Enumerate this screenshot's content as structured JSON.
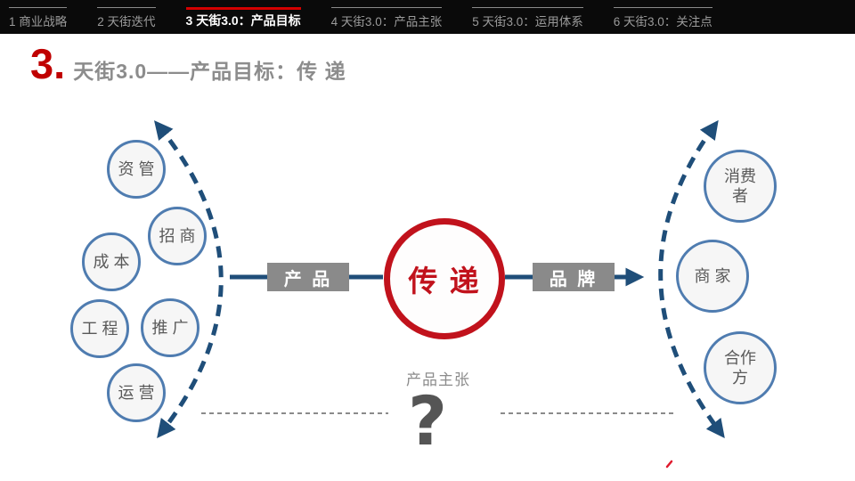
{
  "navbar": {
    "active_index": 2,
    "tabs": [
      "1 商业战略",
      "2 天街迭代",
      "3 天街3.0：产品目标",
      "4 天街3.0：产品主张",
      "5 天街3.0：运用体系",
      "6 天街3.0：关注点"
    ]
  },
  "title": {
    "number": "3.",
    "text": "天街3.0——产品目标：传 递"
  },
  "diagram": {
    "left_circles": [
      "资 管",
      "招 商",
      "成 本",
      "工 程",
      "推 广",
      "运 营"
    ],
    "right_circles": [
      "消费\n者",
      "商 家",
      "合作\n方"
    ],
    "hub_label": "传 递",
    "box_left": "产 品",
    "box_right": "品 牌",
    "bottom_caption": "产品主张",
    "question": "?"
  },
  "colors": {
    "accent_red": "#c00000",
    "hub_red": "#c1121c",
    "arrow_navy": "#1f4e79",
    "circle_blue": "#4f7cb0",
    "box_gray": "#8a8a8a",
    "nav_bg": "#0a0a0a"
  }
}
